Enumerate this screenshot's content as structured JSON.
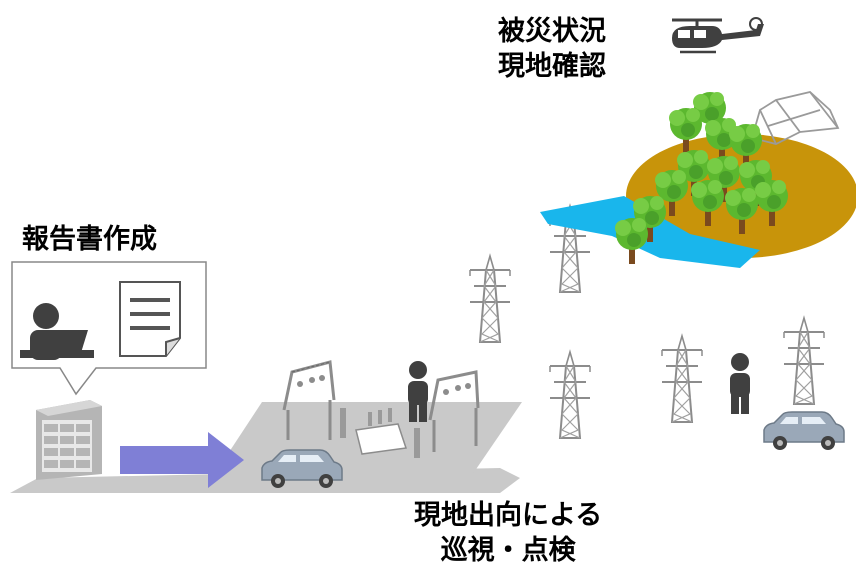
{
  "labels": {
    "report": "報告書作成",
    "survey_line1": "被災状況",
    "survey_line2": "現地確認",
    "patrol_line1": "現地出向による",
    "patrol_line2": "巡視・点検"
  },
  "colors": {
    "ground": "#c9c9c9",
    "arrow": "#7f7fd6",
    "person": "#404040",
    "tree": "#5cb82f",
    "trunk": "#7a4a1e",
    "hill": "#c8940a",
    "water": "#19b6ec",
    "tower": "#8c8c8c",
    "car": "#9aa8b8"
  },
  "icons": [
    "helicopter-icon",
    "transmission-tower-icon",
    "person-icon",
    "car-icon",
    "building-icon",
    "document-icon",
    "substation-icon",
    "tree-icon"
  ]
}
